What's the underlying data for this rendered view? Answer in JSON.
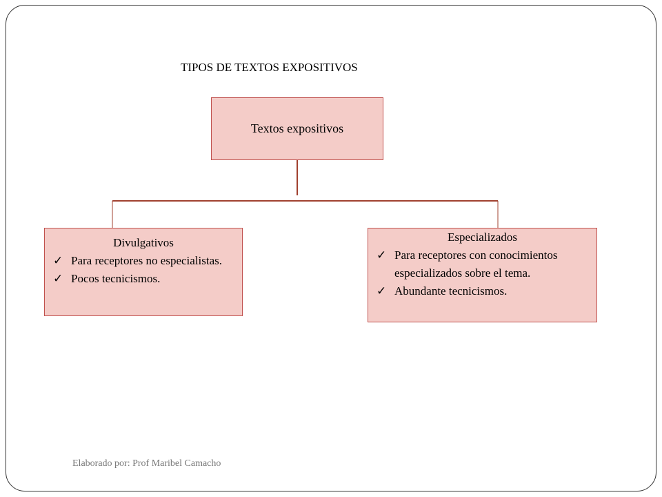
{
  "slide": {
    "title": "TIPOS DE TEXTOS EXPOSITIVOS",
    "footer": "Elaborado por: Prof Maribel Camacho"
  },
  "diagram": {
    "root": {
      "label": "Textos expositivos"
    },
    "children": [
      {
        "label": "Divulgativos",
        "bullets": [
          "Para receptores no especialistas.",
          "Pocos tecnicismos."
        ]
      },
      {
        "label": "Especializados",
        "bullets": [
          "Para receptores con conocimientos especializados sobre el tema.",
          "Abundante tecnicismos."
        ]
      }
    ]
  },
  "colors": {
    "node_fill": "#f4ccc8",
    "node_border": "#c0504d",
    "connector": "#a0402f"
  },
  "icons": {
    "bullet": "check-icon"
  }
}
